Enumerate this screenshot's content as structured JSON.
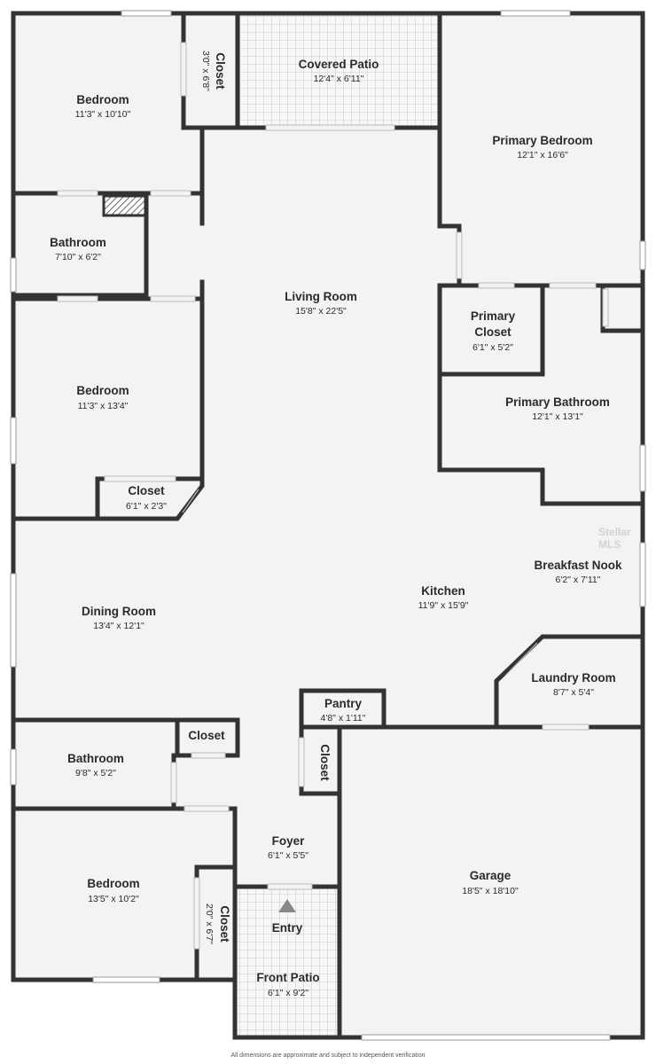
{
  "rooms": {
    "bedroom_nw": {
      "name": "Bedroom",
      "dim": "11'3\" x 10'10\""
    },
    "closet_nw": {
      "name": "Closet",
      "dim": "3'0\" x 6'8\""
    },
    "covered_patio": {
      "name": "Covered Patio",
      "dim": "12'4\" x 6'11\""
    },
    "primary_bedroom": {
      "name": "Primary Bedroom",
      "dim": "12'1\" x 16'6\""
    },
    "bathroom_n": {
      "name": "Bathroom",
      "dim": "7'10\" x 6'2\""
    },
    "living_room": {
      "name": "Living Room",
      "dim": "15'8\" x 22'5\""
    },
    "primary_closet": {
      "name1": "Primary",
      "name2": "Closet",
      "dim": "6'1\" x 5'2\""
    },
    "bedroom_w": {
      "name": "Bedroom",
      "dim": "11'3\" x 13'4\""
    },
    "primary_bathroom": {
      "name": "Primary Bathroom",
      "dim": "12'1\" x 13'1\""
    },
    "closet_w": {
      "name": "Closet",
      "dim": "6'1\" x 2'3\""
    },
    "breakfast_nook": {
      "name": "Breakfast Nook",
      "dim": "6'2\" x 7'11\""
    },
    "kitchen": {
      "name": "Kitchen",
      "dim": "11'9\" x 15'9\""
    },
    "dining_room": {
      "name": "Dining Room",
      "dim": "13'4\" x 12'1\""
    },
    "laundry_room": {
      "name": "Laundry Room",
      "dim": "8'7\" x 5'4\""
    },
    "pantry": {
      "name": "Pantry",
      "dim": "4'8\" x 1'11\""
    },
    "closet_sw": {
      "name": "Closet"
    },
    "bathroom_s": {
      "name": "Bathroom",
      "dim": "9'8\" x 5'2\""
    },
    "closet_hall": {
      "name": "Closet"
    },
    "foyer": {
      "name": "Foyer",
      "dim": "6'1\" x 5'5\""
    },
    "garage": {
      "name": "Garage",
      "dim": "18'5\" x 18'10\""
    },
    "bedroom_s": {
      "name": "Bedroom",
      "dim": "13'5\" x 10'2\""
    },
    "closet_s": {
      "name": "Closet",
      "dim": "2'0\" x 6'7\""
    },
    "entry": {
      "name": "Entry"
    },
    "front_patio": {
      "name": "Front Patio",
      "dim": "6'1\" x 9'2\""
    }
  },
  "watermark": "Stellar MLS",
  "footer": "All dimensions are approximate and subject to independent verification",
  "colors": {
    "wall": "#333333",
    "floor": "#f3f3f3",
    "tile_line": "#d6d6d6",
    "window": "#ffffff",
    "window_frame": "#aaaaaa"
  }
}
